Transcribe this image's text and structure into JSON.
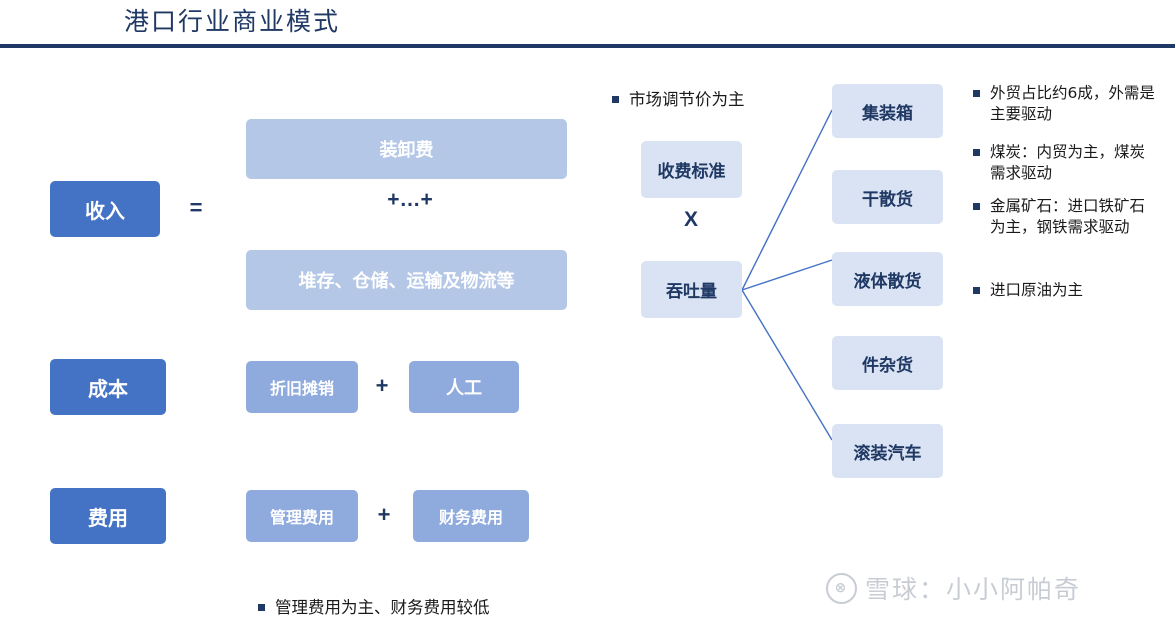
{
  "header": {
    "title": "港口行业商业模式"
  },
  "revenue": {
    "label": "收入",
    "equals": "=",
    "plus_dots": "+…+",
    "items": [
      {
        "label": "装卸费"
      },
      {
        "label": "堆存、仓储、运输及物流等"
      }
    ]
  },
  "cost": {
    "label": "成本",
    "plus": "+",
    "items": [
      {
        "label": "折旧摊销"
      },
      {
        "label": "人工"
      }
    ]
  },
  "expense": {
    "label": "费用",
    "plus": "+",
    "items": [
      {
        "label": "管理费用"
      },
      {
        "label": "财务费用"
      }
    ],
    "note": "管理费用为主、财务费用较低"
  },
  "middle": {
    "note": "市场调节价为主",
    "price_label": "收费标准",
    "multiply": "X",
    "volume_label": "吞吐量"
  },
  "cargo": {
    "items": [
      {
        "label": "集装箱"
      },
      {
        "label": "干散货"
      },
      {
        "label": "液体散货"
      },
      {
        "label": "件杂货"
      },
      {
        "label": "滚装汽车"
      }
    ]
  },
  "notes": {
    "items": [
      {
        "text": "外贸占比约6成，外需是主要驱动"
      },
      {
        "text": "煤炭：内贸为主，煤炭需求驱动"
      },
      {
        "text": "金属矿石：进口铁矿石为主，钢铁需求驱动"
      },
      {
        "text": "进口原油为主"
      }
    ]
  },
  "watermark": {
    "mark": "⊗",
    "text": "雪球：小小阿帕奇"
  },
  "colors": {
    "navy": "#1f3864",
    "dark_blue": "#4472c4",
    "mid_blue": "#8faadc",
    "light_blue": "#b4c7e7",
    "pale_blue": "#dae3f3",
    "connector": "#4472c4"
  }
}
